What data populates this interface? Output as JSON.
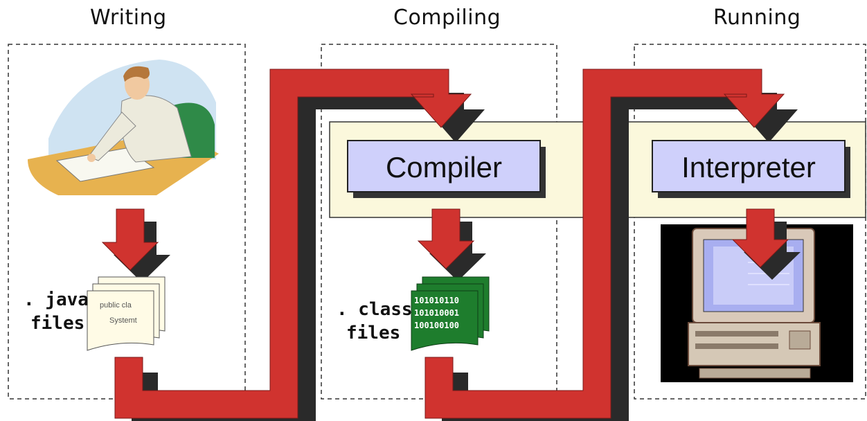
{
  "stages": {
    "writing": "Writing",
    "compiling": "Compiling",
    "running": "Running"
  },
  "boxes": {
    "compiler": "Compiler",
    "interpreter": "Interpreter"
  },
  "files": {
    "java_ext": ". java",
    "java_files": "files",
    "class_ext": ". class",
    "class_files": "files",
    "source_line1": "public cla",
    "source_line2": "Systemt",
    "binary_line1": "101010110",
    "binary_line2": "101010001",
    "binary_line3": "100100100"
  },
  "colors": {
    "arrow": "#d0332f",
    "arrow_shadow": "#2a2a2a",
    "band": "#fbf8dc",
    "box_fill": "#cfd0fb",
    "class_files": "#1e7d2d"
  }
}
